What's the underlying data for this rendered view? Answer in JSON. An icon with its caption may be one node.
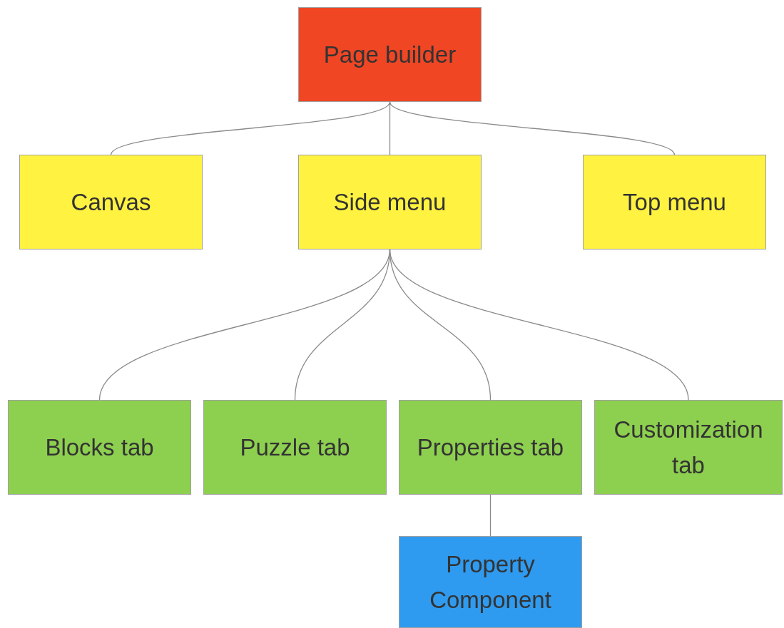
{
  "diagram": {
    "nodes": [
      {
        "text": [
          "Page builder"
        ]
      },
      {
        "text": [
          "Canvas"
        ]
      },
      {
        "text": [
          "Side menu"
        ]
      },
      {
        "text": [
          "Top menu"
        ]
      },
      {
        "text": [
          "Blocks tab"
        ]
      },
      {
        "text": [
          "Puzzle tab"
        ]
      },
      {
        "text": [
          "Properties tab"
        ]
      },
      {
        "text": [
          "Customization tab"
        ]
      },
      {
        "text": [
          "Property Component"
        ]
      }
    ],
    "edges": [
      {
        "from": 0,
        "to": 1,
        "arrow": "none"
      },
      {
        "from": 0,
        "to": 2,
        "arrow": "none"
      },
      {
        "from": 0,
        "to": 3,
        "arrow": "none"
      },
      {
        "from": 2,
        "to": 4,
        "arrow": "none"
      },
      {
        "from": 2,
        "to": 5,
        "arrow": "none"
      },
      {
        "from": 2,
        "to": 6,
        "arrow": "none"
      },
      {
        "from": 2,
        "to": 7,
        "arrow": "none"
      },
      {
        "from": 6,
        "to": 8,
        "arrow": "none"
      }
    ]
  }
}
